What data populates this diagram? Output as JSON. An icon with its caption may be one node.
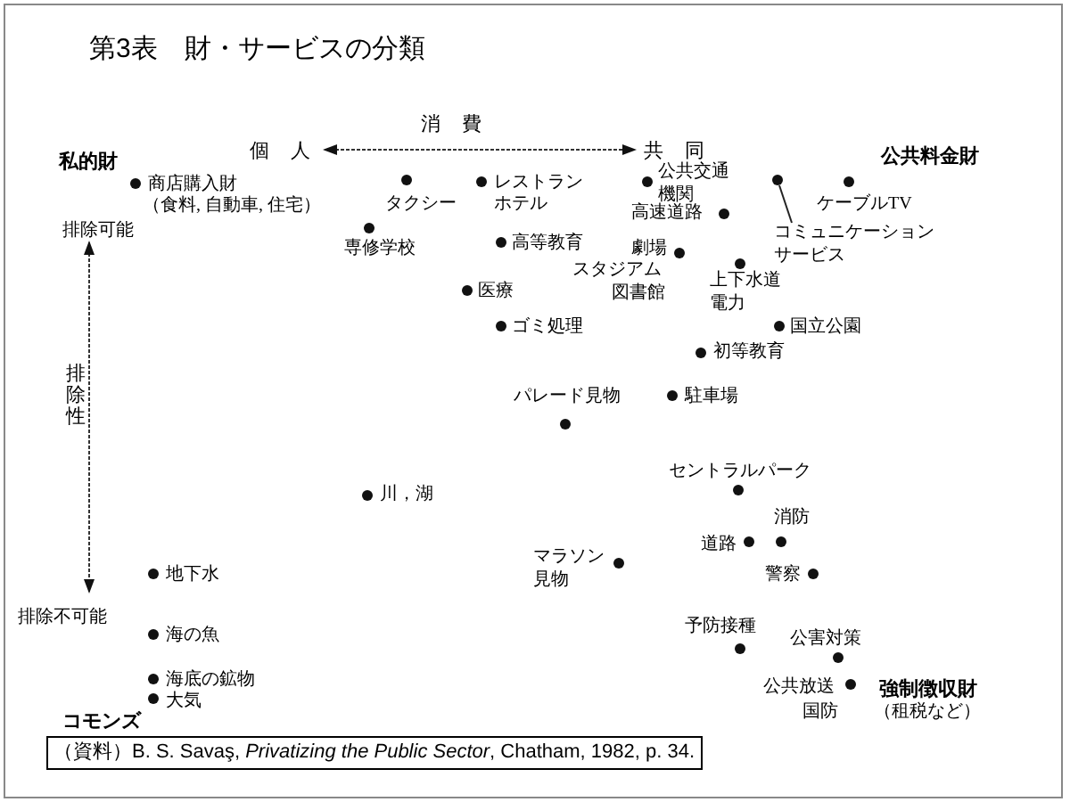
{
  "diagram": {
    "title": "第3表　財・サービスの分類",
    "caption": "（資料）B. S. Savaş, *Privatizing the Public Sector*, Chatham, 1982, p. 34.",
    "nodes": [
      {
        "text": [
          "コミュニケーションサービス"
        ]
      },
      {
        "text": [],
        "shape": "circle"
      }
    ],
    "edges": [
      {
        "from": 0,
        "to": 1,
        "arrow": "none"
      }
    ],
    "labels": [
      "消費",
      "私的財",
      "個人",
      "共同",
      "公共料金財",
      "商店購入財",
      "レストラン",
      "公共交通機関",
      "（食料, 自動車, 住宅）",
      "タクシー",
      "ホテル",
      "高速道路",
      "ケーブルTV",
      "排除可能",
      "専修学校",
      "高等教育",
      "劇場",
      "スタジアム",
      "上下水道",
      "医療",
      "図書館",
      "電力",
      "ゴミ処理",
      "国立公園",
      "初等教育",
      "排除性",
      "パレード見物",
      "駐車場",
      "セントラルパーク",
      "川，湖",
      "消防",
      "道路",
      "地下水",
      "マラソン見物",
      "警察",
      "排除不可能",
      "海の魚",
      "予防接種",
      "公害対策",
      "海底の鉱物",
      "公共放送",
      "強制徴収財",
      "大気",
      "国防",
      "（租税など）",
      "コモンズ"
    ]
  }
}
